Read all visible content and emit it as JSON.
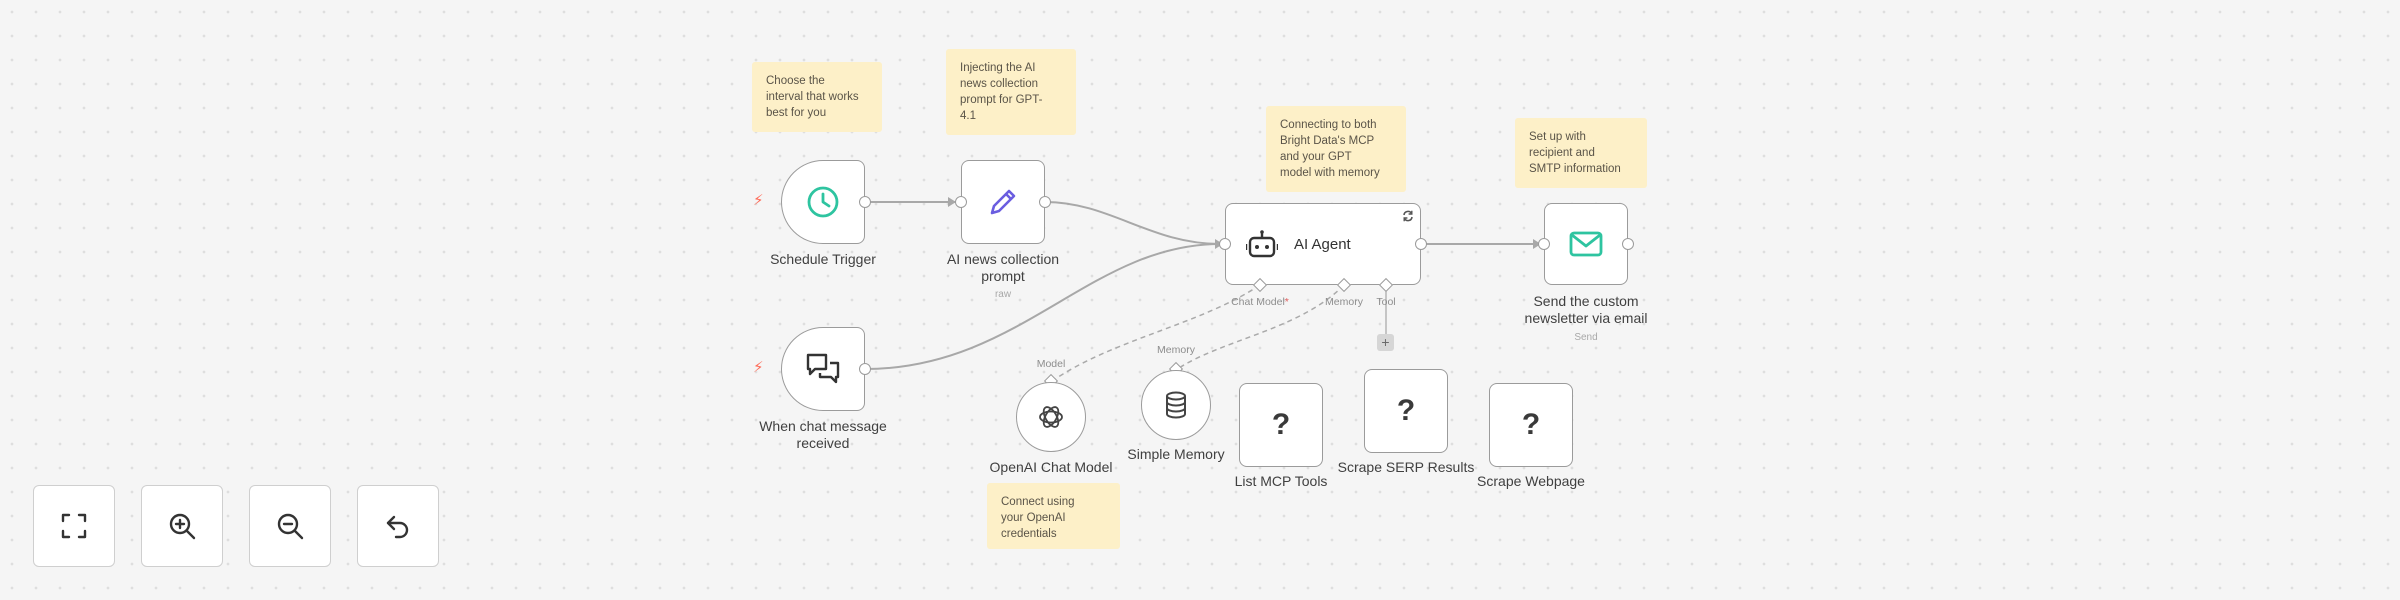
{
  "sticky_notes": [
    {
      "text": "Choose the\ninterval that works\nbest for you"
    },
    {
      "text": "Injecting the AI\nnews collection\nprompt for GPT-\n4.1"
    },
    {
      "text": "Connecting to both\nBright Data's MCP\nand your GPT\nmodel with memory"
    },
    {
      "text": "Set up with\nrecipient and\nSMTP information"
    },
    {
      "text": "Connect using\nyour OpenAI\ncredentials"
    }
  ],
  "nodes": {
    "schedule_trigger": {
      "label": "Schedule Trigger",
      "icon": "clock-icon"
    },
    "chat_trigger": {
      "label": "When chat message\nreceived",
      "icon": "chat-icon"
    },
    "prompt": {
      "label": "AI news collection\nprompt",
      "sublabel": "raw",
      "icon": "pencil-icon"
    },
    "agent": {
      "label": "AI Agent",
      "icon": "robot-icon",
      "badge_icon": "refresh-icon",
      "handles": {
        "chat_model": "Chat Model",
        "required_marker": "*",
        "memory": "Memory",
        "tool": "Tool"
      }
    },
    "email": {
      "label": "Send the custom\nnewsletter via email",
      "sublabel": "Send",
      "icon": "envelope-icon"
    },
    "openai": {
      "label": "OpenAI Chat Model",
      "handle": "Model",
      "icon": "openai-icon"
    },
    "memory": {
      "label": "Simple Memory",
      "handle": "Memory",
      "icon": "database-icon"
    },
    "list_tools": {
      "label": "List MCP Tools",
      "symbol": "?"
    },
    "scrape_serp": {
      "label": "Scrape SERP Results",
      "symbol": "?"
    },
    "scrape_web": {
      "label": "Scrape Webpage",
      "symbol": "?"
    }
  },
  "add_tool_symbol": "+",
  "controls": [
    {
      "name": "fit-view",
      "icon": "fullscreen-icon"
    },
    {
      "name": "zoom-in",
      "icon": "zoom-in-icon"
    },
    {
      "name": "zoom-out",
      "icon": "zoom-out-icon"
    },
    {
      "name": "reset",
      "icon": "undo-icon"
    }
  ],
  "colors": {
    "trigger_bolt": "#ff6d5a",
    "schedule_icon": "#2ec4a0",
    "prompt_icon": "#6a5de0",
    "email_icon": "#2ec4a0",
    "sticky": "#fdf0c8",
    "node_border": "#9b9b9b"
  }
}
